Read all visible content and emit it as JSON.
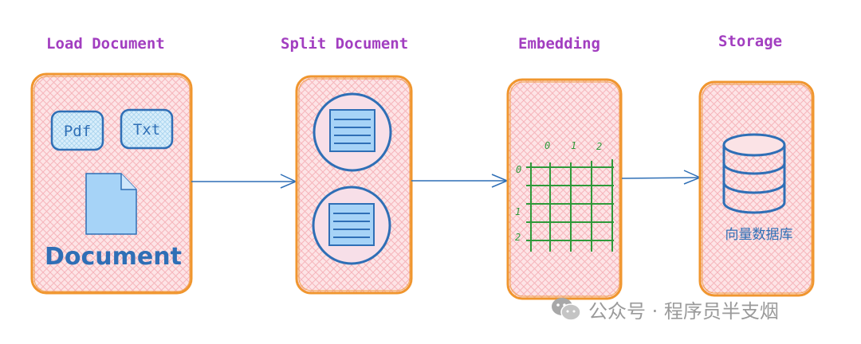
{
  "stages": [
    {
      "title": "Load Document"
    },
    {
      "title": "Split Document"
    },
    {
      "title": "Embedding"
    },
    {
      "title": "Storage"
    }
  ],
  "load": {
    "pdf_label": "Pdf",
    "txt_label": "Txt",
    "document_label": "Document"
  },
  "embedding": {
    "col_labels": [
      "0",
      "1",
      "2"
    ],
    "row_labels": [
      "0",
      "1",
      "2"
    ]
  },
  "storage": {
    "label": "向量数据库"
  },
  "watermark": {
    "text": "公众号 · 程序员半支烟"
  },
  "colors": {
    "title": "#a23ec0",
    "box_stroke": "#f0962e",
    "box_fill": "#fbd3d6",
    "blue": "#2f6fb6",
    "grid": "#2e9a3a",
    "arrow": "#2f6fb6"
  }
}
